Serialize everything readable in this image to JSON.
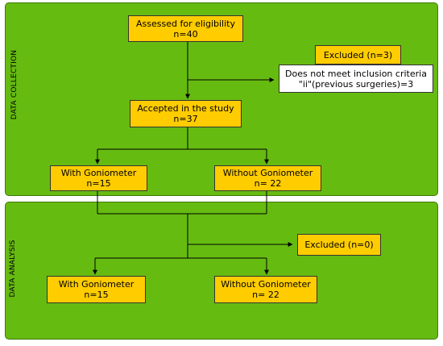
{
  "panels": {
    "collection_label": "DATA COLLECTION",
    "analysis_label": "DATA ANALYSIS"
  },
  "nodes": {
    "assessed": {
      "line1": "Assessed for eligibility",
      "line2": "n=40"
    },
    "excluded_top": {
      "line1": "Excluded (n=3)"
    },
    "criteria": {
      "line1": "Does not meet inclusion criteria",
      "line2": "\"ii\"(previous surgeries)=3"
    },
    "accepted": {
      "line1": "Accepted in the study",
      "line2": "n=37"
    },
    "with_gonio_1": {
      "line1": "With Goniometer",
      "line2": "n=15"
    },
    "without_gonio_1": {
      "line1": "Without Goniometer",
      "line2": "n= 22"
    },
    "excluded_bottom": {
      "line1": "Excluded (n=0)"
    },
    "with_gonio_2": {
      "line1": "With Goniometer",
      "line2": "n=15"
    },
    "without_gonio_2": {
      "line1": "Without Goniometer",
      "line2": "n= 22"
    }
  },
  "colors": {
    "panel_green": "#66bb11",
    "box_yellow": "#ffcc00",
    "line": "#000000"
  }
}
